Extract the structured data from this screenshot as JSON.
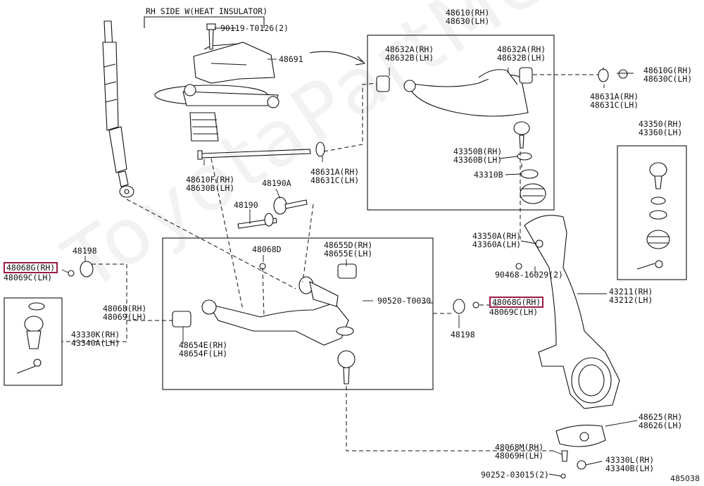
{
  "watermark": "ToyotaPartMe.ru",
  "diagram_number": "485038",
  "top_note": "RH SIDE W(HEAT INSULATOR)",
  "labels": {
    "l90119": "90119-T0126(2)",
    "l48691": "48691",
    "l48610": [
      "48610(RH)",
      "48630(LH)"
    ],
    "l48632a_left": [
      "48632A(RH)",
      "48632B(LH)"
    ],
    "l48632a_right": [
      "48632A(RH)",
      "48632B(LH)"
    ],
    "l48610g": [
      "48610G(RH)",
      "48630C(LH)"
    ],
    "l48631a_right": [
      "48631A(RH)",
      "48631C(LH)"
    ],
    "l43350_box": [
      "43350(RH)",
      "43360(LH)"
    ],
    "l43350b": [
      "43350B(RH)",
      "43360B(LH)"
    ],
    "l43310b": "43310B",
    "l48610f": [
      "48610F(RH)",
      "48630B(LH)"
    ],
    "l48631a_mid": [
      "48631A(RH)",
      "48631C(LH)"
    ],
    "l48190a": "48190A",
    "l48190": "48190",
    "l48068d": "48068D",
    "l48655d": [
      "48655D(RH)",
      "48655E(LH)"
    ],
    "l90520": "90520-T0030",
    "l48198_left": "48198",
    "l48068g_left": "48068G(RH)",
    "l48069c_left": "48069C(LH)",
    "l48068": [
      "48068(RH)",
      "48069(LH)"
    ],
    "l43330k": [
      "43330K(RH)",
      "43340A(LH)"
    ],
    "l48654e": [
      "48654E(RH)",
      "48654F(LH)"
    ],
    "l43350a": [
      "43350A(RH)",
      "43360A(LH)"
    ],
    "l90468": "90468-16029(2)",
    "l48068g_right": "48068G(RH)",
    "l48069c_right": "48069C(LH)",
    "l48198_right": "48198",
    "l43211": [
      "43211(RH)",
      "43212(LH)"
    ],
    "l48625": [
      "48625(RH)",
      "48626(LH)"
    ],
    "l48068m": [
      "48068M(RH)",
      "48069H(LH)"
    ],
    "l43330l": [
      "43330L(RH)",
      "43340B(LH)"
    ],
    "l90252": "90252-03015(2)"
  },
  "highlight_color": "#9b1b45"
}
